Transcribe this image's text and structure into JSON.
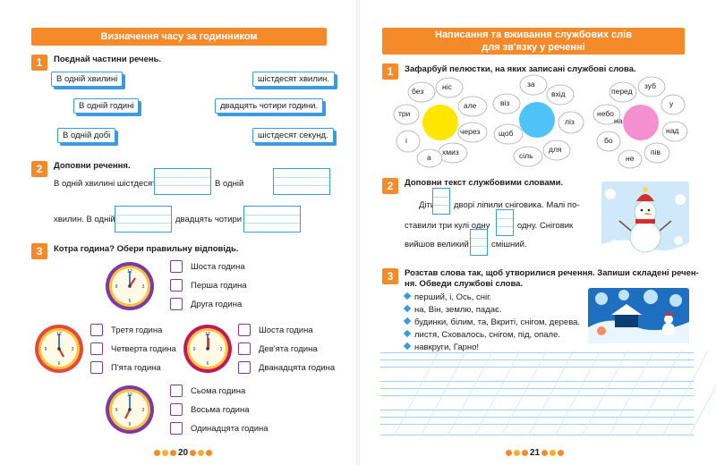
{
  "left": {
    "banner": "Визначення часу за годинником",
    "task1": {
      "number": "1",
      "title": "Поєднай частини речень.",
      "left_cards": [
        "В одній хвилині",
        "В одній годині",
        "В одній добі"
      ],
      "right_cards": [
        "шістдесят хвилин.",
        "двадцять чотири години.",
        "шістдесят секунд."
      ]
    },
    "task2": {
      "number": "2",
      "title": "Доповни речення.",
      "line1_a": "В одній хвилині шістдесят",
      "line1_b": "В одній",
      "line2_a": "хвилин. В одній",
      "line2_b": "двадцять чотири"
    },
    "task3": {
      "number": "3",
      "title": "Котра година? Обери правильну відповідь.",
      "clock1_options": [
        "Шоста година",
        "Перша година",
        "Друга година"
      ],
      "clock2_options": [
        "Третя година",
        "Четверта година",
        "П'ята година"
      ],
      "clock3_options": [
        "Шоста година",
        "Дев'ята година",
        "Дванадцята година"
      ],
      "clock4_options": [
        "Сьома година",
        "Восьма година",
        "Одинадцята година"
      ]
    },
    "page_number": "20"
  },
  "right": {
    "banner_line1": "Написання та вживання службових слів",
    "banner_line2": "для зв'язку у реченні",
    "task1": {
      "number": "1",
      "title": "Зафарбуй пелюстки, на яких записані службові слова.",
      "flower1": {
        "center_color": "#ffe600",
        "petals": [
          "без",
          "ніс",
          "але",
          "через",
          "хмиз",
          "а",
          "і",
          "три"
        ]
      },
      "flower2": {
        "center_color": "#4fc3f7",
        "petals": [
          "за",
          "вхід",
          "ліз",
          "для",
          "сіль",
          "щоб",
          "віз"
        ]
      },
      "flower3": {
        "center_color": "#f48fd0",
        "petals": [
          "перед",
          "зуб",
          "у",
          "над",
          "пів",
          "не",
          "бо",
          "небо",
          "на"
        ]
      }
    },
    "task2": {
      "number": "2",
      "title": "Доповни текст службовими словами.",
      "l1_a": "Діти",
      "l1_b": "дворі ліпили сніговика.  Малі по-",
      "l2_a": "ставили  три  кулі  одну",
      "l2_b": "одну.  Сніговик",
      "l3_a": "вийшов великий",
      "l3_b": "смішний."
    },
    "task3": {
      "number": "3",
      "title_line1": "Розстав слова так, щоб утворилися речення. Запиши складені речен-",
      "title_line2": "ня. Обведи службові слова.",
      "items": [
        "перший, і, Ось, сніг.",
        "на, Він, землю, падає.",
        "будинки, білим, та, Вкриті, снігом, дерева.",
        "листя, Сховалось, снігом, під, опале.",
        "навкруги, Гарно!"
      ]
    },
    "page_number": "21"
  },
  "colors": {
    "accent": "#f58a2a",
    "blue": "#3a9be0",
    "purple": "#7b3aa5"
  }
}
